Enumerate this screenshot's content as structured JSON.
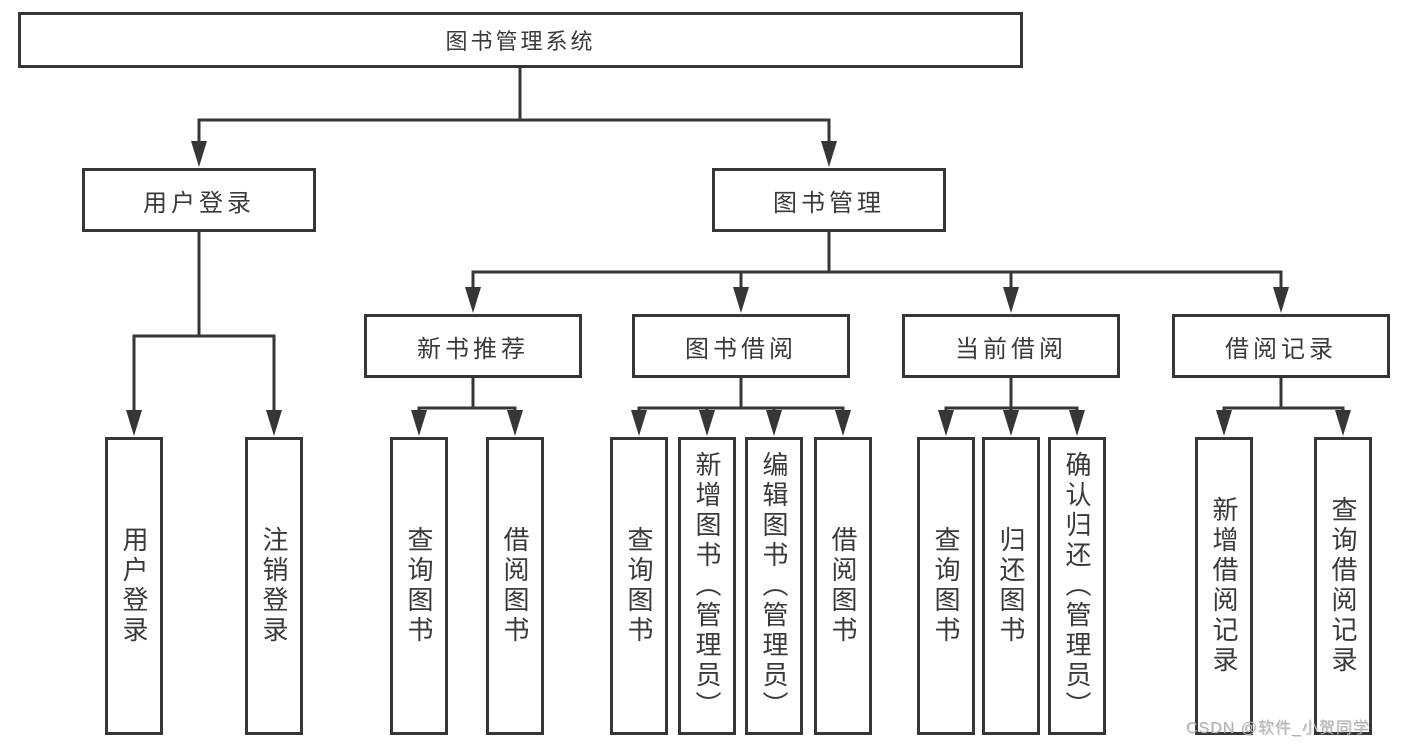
{
  "watermark": "CSDN @软件_小贺同学",
  "colors": {
    "line": "#363636",
    "text": "#3a3a3a",
    "background": "#ffffff",
    "watermark": "#b3b3b3"
  },
  "nodes": {
    "root": {
      "label": "图书管理系统"
    },
    "level1": [
      {
        "label": "用户登录"
      },
      {
        "label": "图书管理"
      }
    ],
    "level2": [
      {
        "label": "新书推荐"
      },
      {
        "label": "图书借阅"
      },
      {
        "label": "当前借阅"
      },
      {
        "label": "借阅记录"
      }
    ],
    "leaves": {
      "user_login": [
        {
          "label": "用户登录"
        },
        {
          "label": "注销登录"
        }
      ],
      "new_books": [
        {
          "label": "查询图书"
        },
        {
          "label": "借阅图书"
        }
      ],
      "book_borrow": [
        {
          "label": "查询图书"
        },
        {
          "label": "新增图书（管理员）"
        },
        {
          "label": "编辑图书（管理员）"
        },
        {
          "label": "借阅图书"
        }
      ],
      "current_borrow": [
        {
          "label": "查询图书"
        },
        {
          "label": "归还图书"
        },
        {
          "label": "确认归还（管理员）"
        }
      ],
      "borrow_records": [
        {
          "label": "新增借阅记录"
        },
        {
          "label": "查询借阅记录"
        }
      ]
    }
  }
}
